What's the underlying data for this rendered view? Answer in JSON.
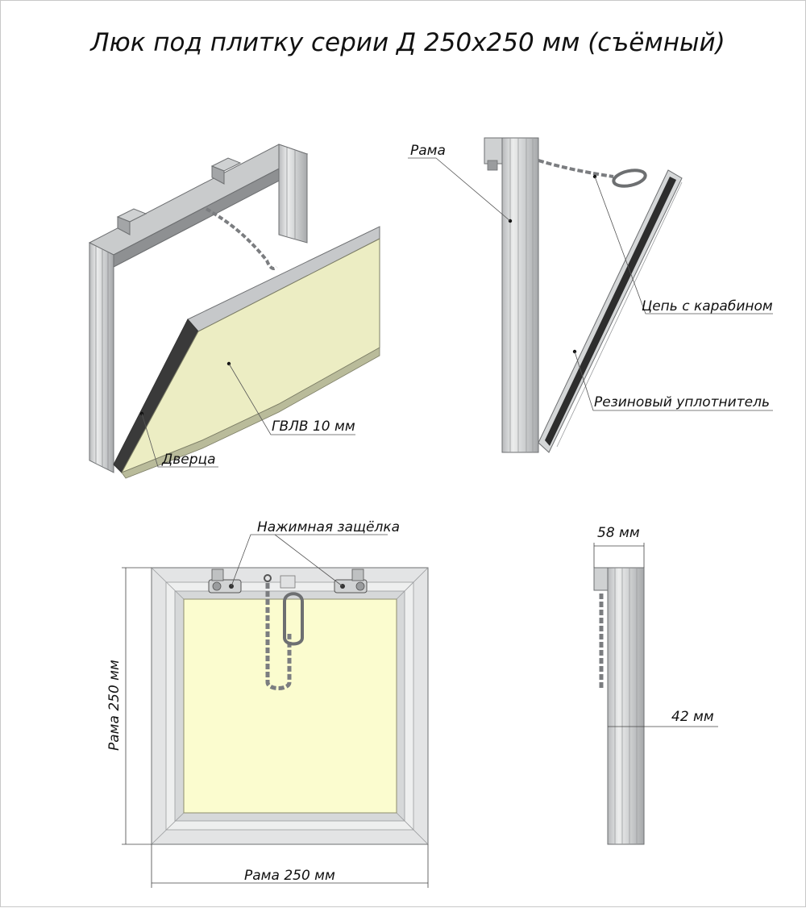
{
  "title": "Люк под плитку серии Д 250х250 мм (съёмный)",
  "labels": {
    "frame": "Рама",
    "chain": "Цепь с карабином",
    "seal": "Резиновый уплотнитель",
    "board": "ГВЛВ 10 мм",
    "door": "Дверца",
    "latch": "Нажимная защёлка"
  },
  "dimensions": {
    "frame_height": "Рама 250 мм",
    "frame_width": "Рама 250 мм",
    "depth_total": "58 мм",
    "depth_frame": "42 мм"
  },
  "colors": {
    "aluminium": "#dfe0e0",
    "aluminium_dark": "#9a9c9e",
    "board": "#ecedc3",
    "board_front": "#fbfccf",
    "seal": "#2d2d2d"
  }
}
